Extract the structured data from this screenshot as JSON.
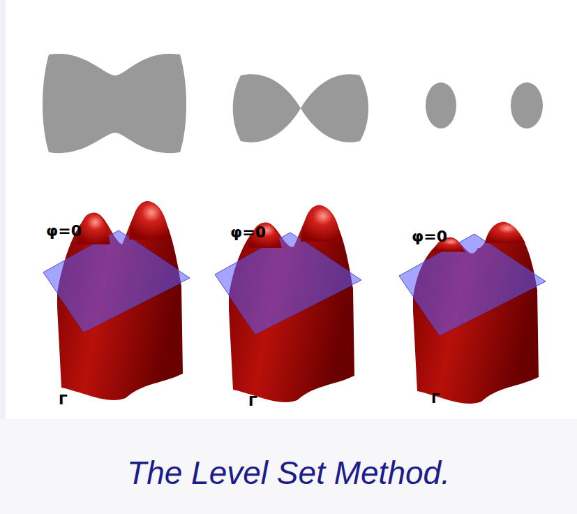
{
  "diagram": {
    "caption": "The Level Set Method.",
    "labels": [
      "φ=0",
      "φ=0",
      "φ=0",
      "Γ",
      "Γ",
      "Γ"
    ]
  }
}
